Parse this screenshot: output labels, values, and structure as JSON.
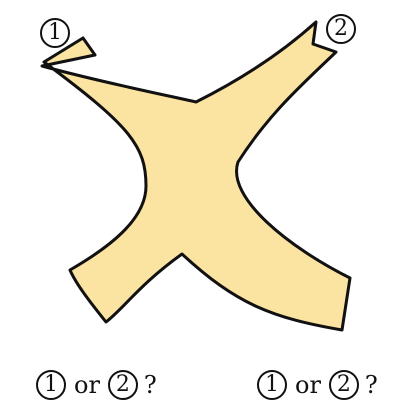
{
  "shape": {
    "fill": "#fbe3a1",
    "stroke": "#111111"
  },
  "markers": {
    "one": "1",
    "two": "2"
  },
  "questions": [
    {
      "first": "1",
      "connector": "or",
      "second": "2",
      "mark": "?"
    },
    {
      "first": "1",
      "connector": "or",
      "second": "2",
      "mark": "?"
    }
  ]
}
